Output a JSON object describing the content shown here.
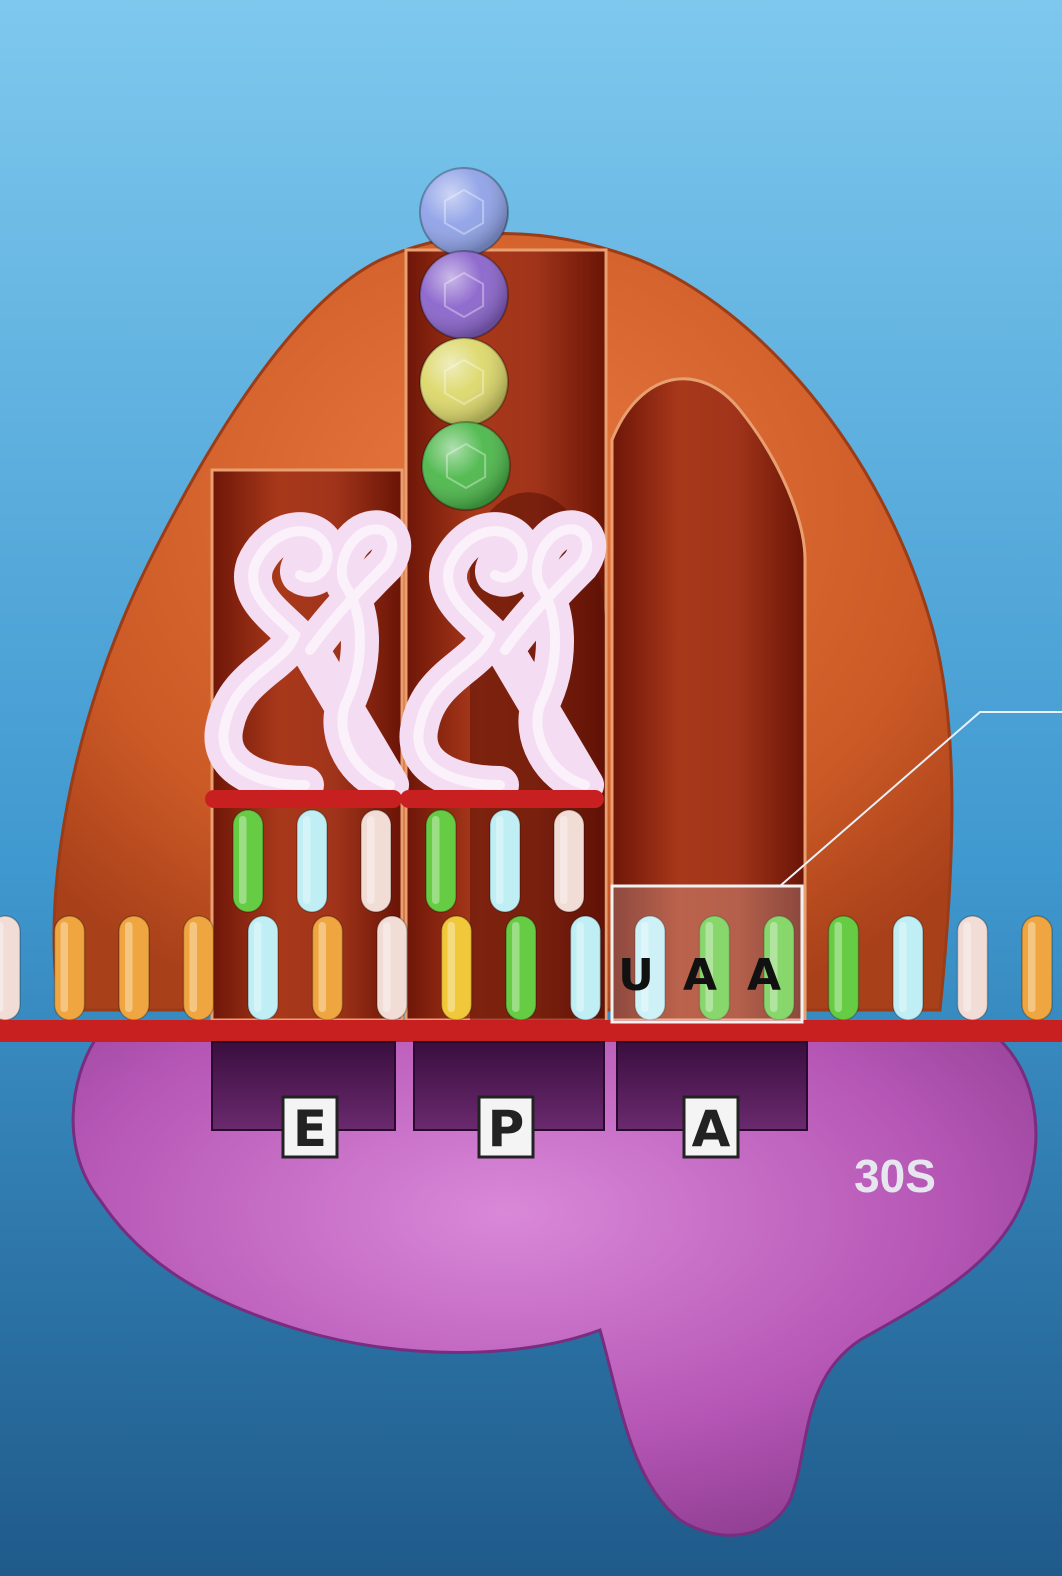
{
  "subunit_small_label": "30S",
  "sites": [
    {
      "label": "E"
    },
    {
      "label": "P"
    },
    {
      "label": "A"
    }
  ],
  "stop_codon": {
    "letters": [
      "U",
      "A",
      "A"
    ]
  },
  "colors": {
    "adenine": "#66cc44",
    "uracil": "#bfeef5",
    "guanine": "#f0a640",
    "cytosine": "#f2dcd6",
    "yellow_base": "#f0c83a",
    "large_subunit": "#c85a28",
    "small_subunit": "#b052b0",
    "trna": "#f4dcf2",
    "mrna_backbone": "#c82020",
    "amino_acids": [
      "#8fa2e8",
      "#8a64cc",
      "#dcd86a",
      "#4cb84a"
    ]
  },
  "mrna_bases": [
    "cytosine",
    "guanine",
    "guanine",
    "guanine",
    "uracil",
    "guanine",
    "cytosine",
    "yellow_base",
    "adenine",
    "uracil",
    "uracil",
    "adenine",
    "adenine",
    "adenine",
    "uracil",
    "cytosine",
    "guanine"
  ],
  "trna_e_anticodon": [
    "adenine",
    "uracil",
    "cytosine"
  ],
  "trna_p_anticodon": [
    "adenine",
    "uracil",
    "cytosine"
  ]
}
